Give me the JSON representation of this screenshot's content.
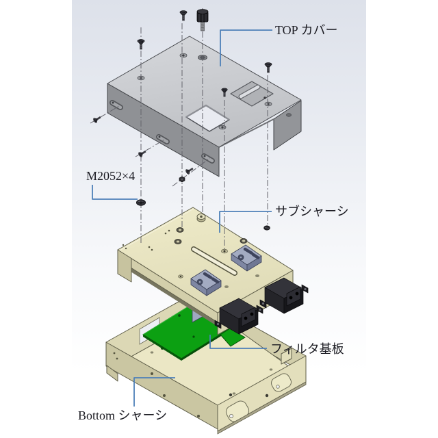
{
  "diagram": {
    "type": "exploded-assembly-cad-diagram",
    "labels": {
      "top_cover": "TOP カバー",
      "screw_spec": "M2052×4",
      "sub_chassis": "サブシャーシ",
      "filter_board": "フィルタ基板",
      "bottom_chassis": "Bottom シャーシ"
    },
    "leader_color": "#4d80b8",
    "colors": {
      "background_top": "#dde1ea",
      "background_bottom": "#ffffff",
      "cover_top": "#c9cbcf",
      "cover_side": "#8f9195",
      "chassis_beige": "#e9e5c3",
      "chassis_side": "#cac6a2",
      "board": "#0ca012",
      "connector": "#212126",
      "mount_block": "#a0a8c0",
      "text": "#1b1b22"
    }
  }
}
